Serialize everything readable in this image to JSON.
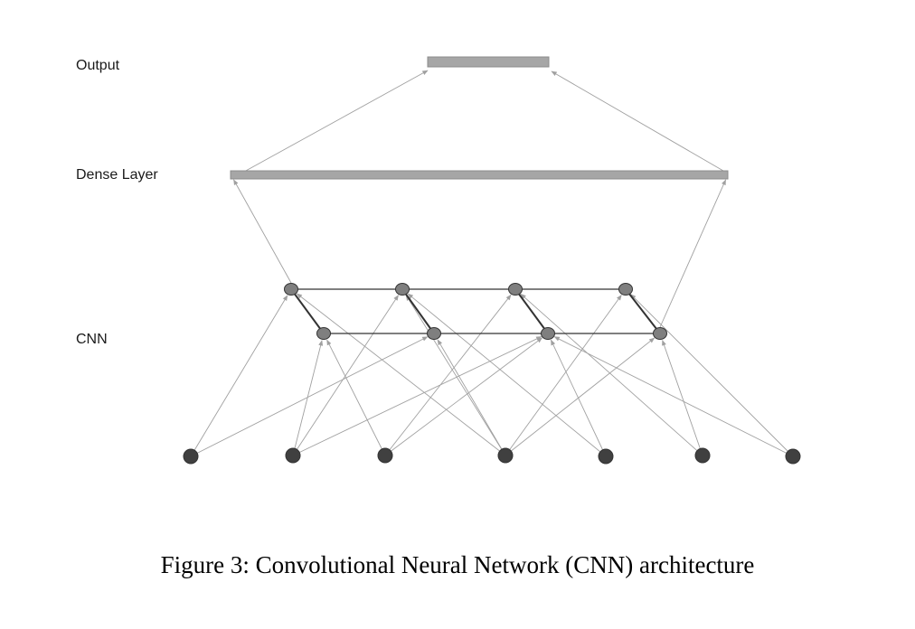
{
  "labels": {
    "output": "Output",
    "dense": "Dense Layer",
    "cnn": "CNN"
  },
  "caption": "Figure 3: Convolutional Neural Network (CNN) architecture",
  "colors": {
    "bar_fill": "#a6a6a6",
    "bar_stroke": "#8c8c8c",
    "cnn_node_fill": "#7f7f7f",
    "input_node_fill": "#404040",
    "edge_gray": "#a0a0a0",
    "edge_dark": "#333333"
  },
  "structure": {
    "input_nodes": 7,
    "cnn_top_row_nodes": 4,
    "cnn_bottom_row_nodes": 4
  }
}
